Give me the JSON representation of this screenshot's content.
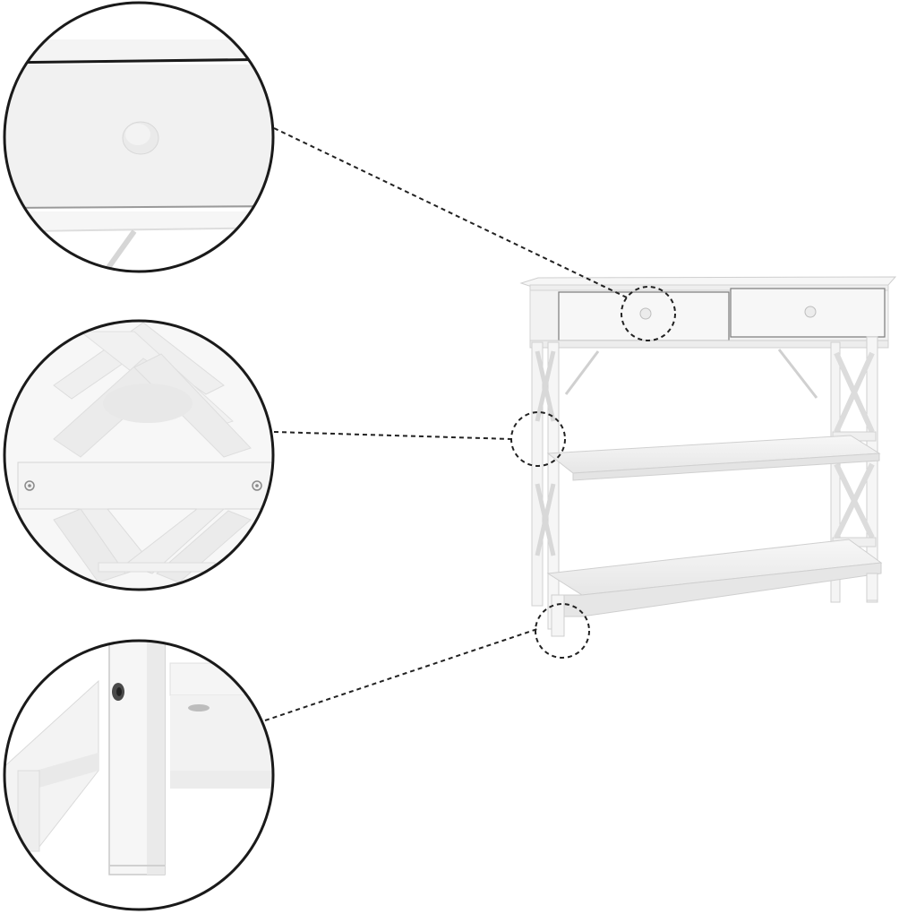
{
  "image": {
    "subject": "white-console-table",
    "palette": {
      "background": "#ffffff",
      "furniture": "#f4f4f4",
      "furniture_shade": "#e2e2e2",
      "edge": "#c9c9c9",
      "outline": "#1a1a1a",
      "callout_line": "#222222",
      "screw": "#8a8a8a"
    },
    "callouts": [
      {
        "name": "detail-drawer-knob"
      },
      {
        "name": "detail-x-frame-joint"
      },
      {
        "name": "detail-leg-bottom"
      }
    ]
  }
}
